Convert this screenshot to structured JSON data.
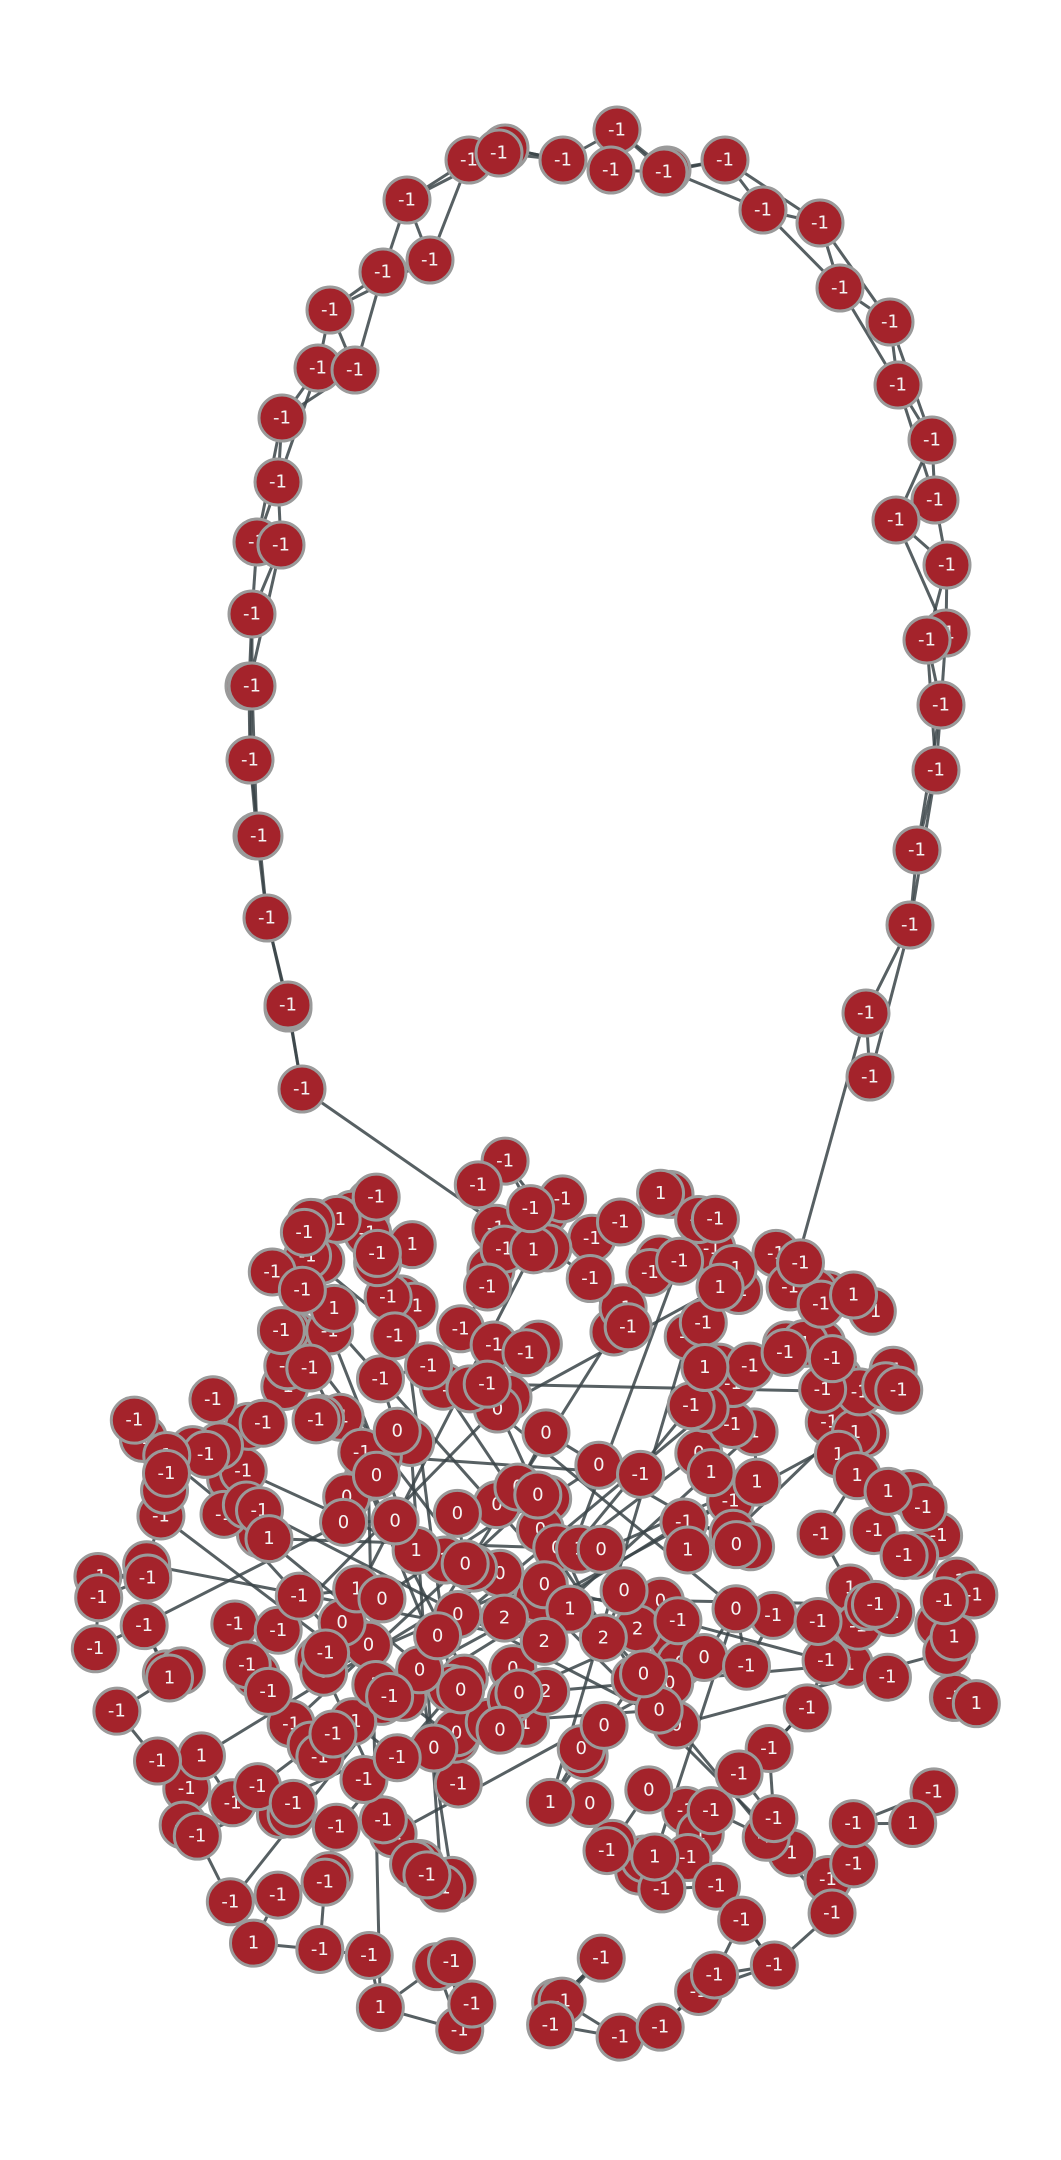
{
  "diagram": {
    "type": "network-graph",
    "node_fill": "#a4232b",
    "node_stroke": "#9a9a9a",
    "edge_color": "#3a4448",
    "label_color": "#f4f4f4",
    "node_labels": [
      "-1",
      "0",
      "1",
      "2"
    ],
    "loop_labels": [
      "-1",
      "-1",
      "-1",
      "-1",
      "-1",
      "-1",
      "-1",
      "-1",
      "-1",
      "-1",
      "-1",
      "-1",
      "-1",
      "-1",
      "-1",
      "-1",
      "-1",
      "-1",
      "-1",
      "-1",
      "-1",
      "-1",
      "-1",
      "-1",
      "-1",
      "-1",
      "-1",
      "-1",
      "-1",
      "-1",
      "-1",
      "-1",
      "-1",
      "-1",
      "-1",
      "-1",
      "-1",
      "-1",
      "-1",
      "-1",
      "-1",
      "-1",
      "-1",
      "-1",
      "-1",
      "-1"
    ]
  }
}
